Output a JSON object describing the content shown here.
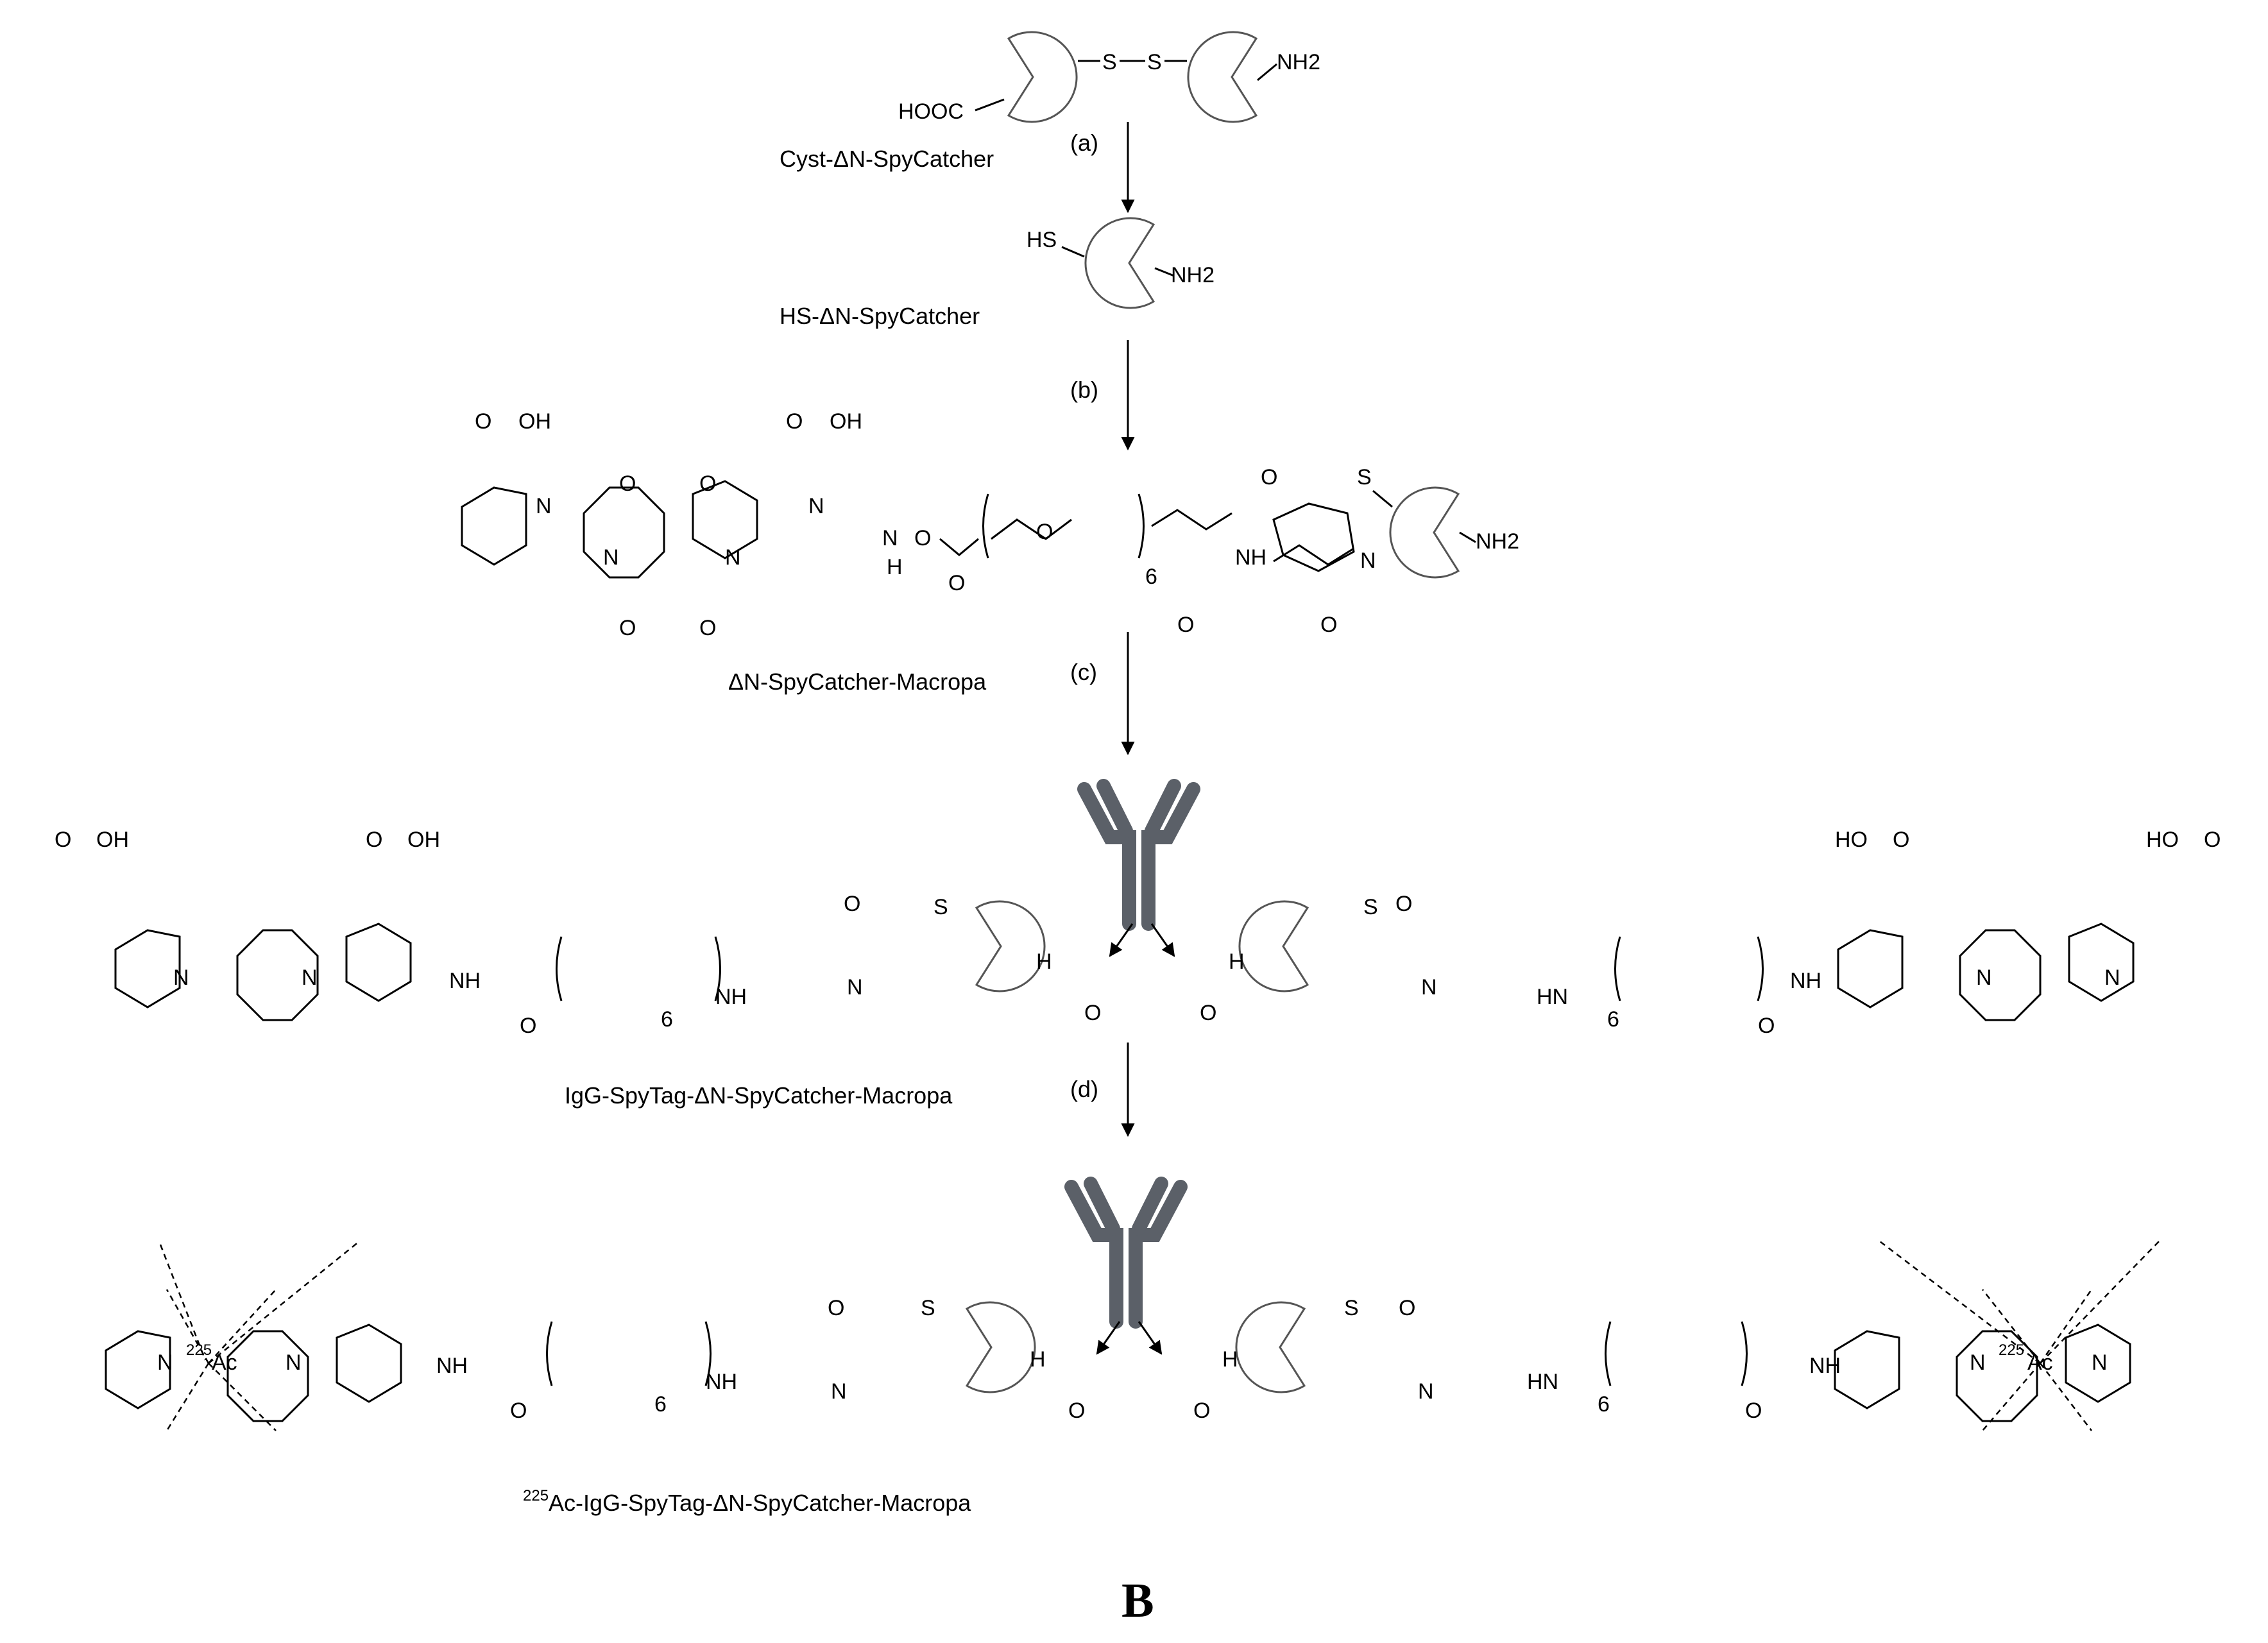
{
  "figure": {
    "panel_label": "B",
    "steps": [
      "(a)",
      "(b)",
      "(c)",
      "(d)"
    ],
    "compounds": [
      "Cyst-ΔN-SpyCatcher",
      "HS-ΔN-SpyCatcher",
      "ΔN-SpyCatcher-Macropa",
      "IgG-SpyTag-ΔN-SpyCatcher-Macropa",
      "225Ac-IgG-SpyTag-ΔN-SpyCatcher-Macropa"
    ],
    "atoms": {
      "cooh": "HOOC",
      "nh2": "NH2",
      "s": "S",
      "sh": "HS",
      "n": "N",
      "o": "O",
      "oh": "OH",
      "ho": "HO",
      "nh": "NH",
      "hn": "HN",
      "h": "H",
      "peg_n": "6",
      "ac": "Ac",
      "ac_iso": "225"
    },
    "icons": [
      "protein-icon",
      "antibody-icon",
      "reaction-arrow-icon"
    ]
  }
}
